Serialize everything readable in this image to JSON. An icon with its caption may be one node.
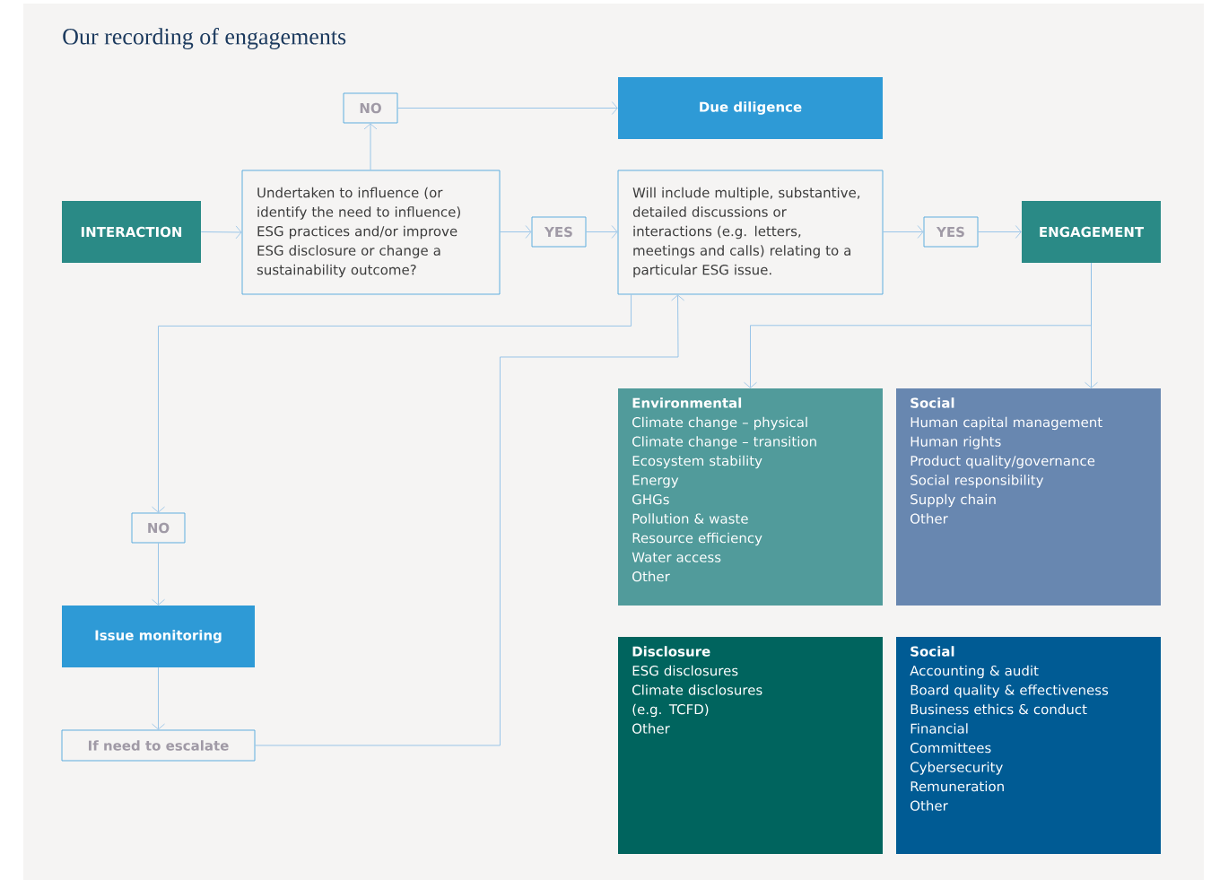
{
  "diagram": {
    "title": "Our recording of engagements",
    "nodes": [
      {
        "text": [
          "INTERACTION"
        ]
      },
      {
        "text": [
          "Undertaken to influence (or identify the need to influence) ESG practices and/or improve ESG disclosure or change a sustainability outcome?"
        ]
      },
      {
        "text": [
          "NO"
        ]
      },
      {
        "text": [
          "Due diligence"
        ]
      },
      {
        "text": [
          "YES"
        ]
      },
      {
        "text": [
          "Will include multiple, substantive, detailed discussions or interactions (e.g. letters, meetings and calls) relating to a particular ESG issue."
        ]
      },
      {
        "text": [
          "YES"
        ]
      },
      {
        "text": [
          "ENGAGEMENT"
        ]
      },
      {
        "text": [
          "NO"
        ]
      },
      {
        "text": [
          "Issue monitoring"
        ]
      },
      {
        "text": [
          "If need to escalate"
        ]
      },
      {
        "text": [
          "Environmental",
          "Climate change – physical",
          "Climate change – transition",
          "Ecosystem stability",
          "Energy",
          "GHGs",
          "Pollution & waste",
          "Resource efficiency",
          "Water access",
          "Other"
        ]
      },
      {
        "text": [
          "Social",
          "Human capital management",
          "Human rights",
          "Product quality/governance",
          "Social responsibility",
          "Supply chain",
          "Other"
        ]
      },
      {
        "text": [
          "Disclosure",
          "ESG disclosures",
          "Climate disclosures (e.g. TCFD)",
          "Other"
        ]
      },
      {
        "text": [
          "Social",
          "Accounting & audit",
          "Board quality & effectiveness",
          "Business ethics & conduct",
          "Financial",
          "Committees",
          "Cybersecurity",
          "Remuneration",
          "Other"
        ]
      }
    ],
    "edges": [
      {
        "from": 0,
        "to": 1,
        "arrow": "to"
      },
      {
        "from": 1,
        "to": 2,
        "arrow": "to"
      },
      {
        "from": 2,
        "to": 3,
        "arrow": "to"
      },
      {
        "from": 1,
        "to": 4,
        "arrow": "to"
      },
      {
        "from": 4,
        "to": 5,
        "arrow": "to"
      },
      {
        "from": 5,
        "to": 6,
        "arrow": "to"
      },
      {
        "from": 6,
        "to": 7,
        "arrow": "to"
      },
      {
        "from": 5,
        "to": 8,
        "arrow": "to"
      },
      {
        "from": 8,
        "to": 9,
        "arrow": "to"
      },
      {
        "from": 9,
        "to": 10,
        "arrow": "to"
      },
      {
        "from": 10,
        "to": 5,
        "arrow": "to"
      },
      {
        "from": 7,
        "to": 11,
        "arrow": "to"
      },
      {
        "from": 7,
        "to": 12,
        "arrow": "to"
      }
    ]
  }
}
